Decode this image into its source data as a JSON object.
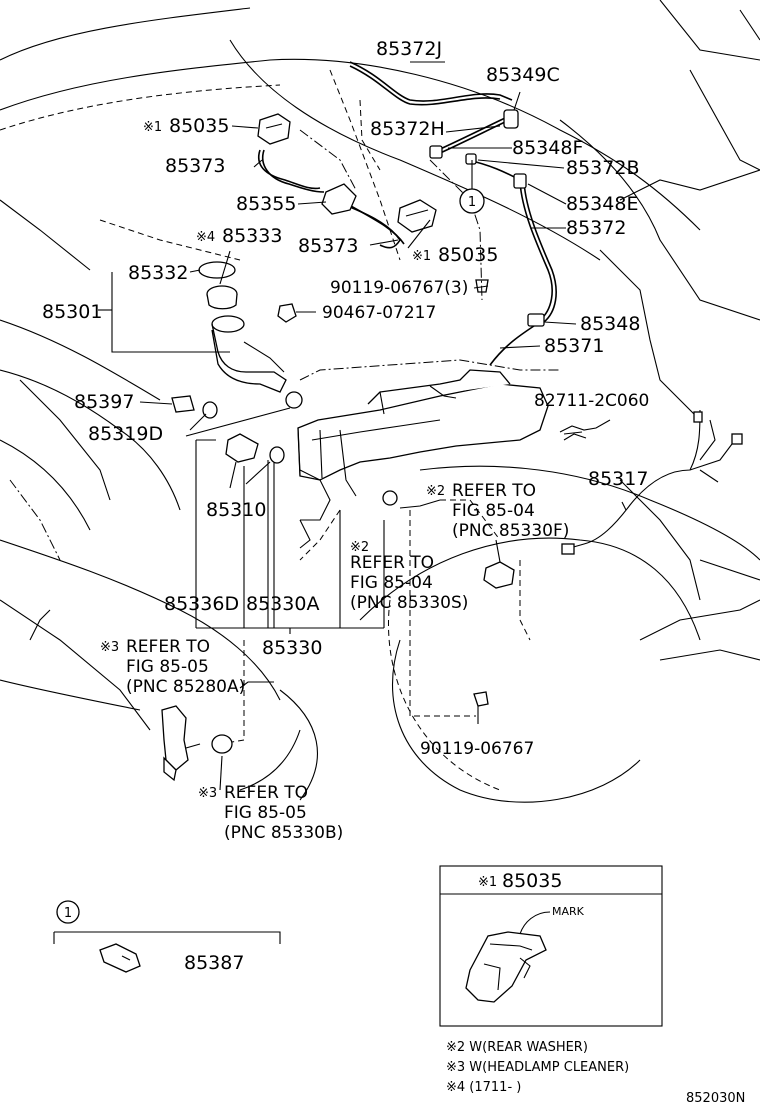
{
  "labels": {
    "p85372J": "85372J",
    "p85349C": "85349C",
    "p85035_1": "85035",
    "p85372H": "85372H",
    "p85348F": "85348F",
    "p85373_1": "85373",
    "p85372B": "85372B",
    "p85355": "85355",
    "p85348E": "85348E",
    "p85333": "85333",
    "p85373_2": "85373",
    "p85372": "85372",
    "p85035_2": "85035",
    "p85332": "85332",
    "p90119_06767_3": "90119-06767(3)",
    "p85301": "85301",
    "p90467_07217": "90467-07217",
    "p85348": "85348",
    "p85371": "85371",
    "p85397": "85397",
    "p82711_2C060": "82711-2C060",
    "p85319D": "85319D",
    "p85317": "85317",
    "p85310": "85310",
    "p85336D": "85336D",
    "p85330A": "85330A",
    "p85330": "85330",
    "p90119_06767": "90119-06767",
    "p85387": "85387",
    "p85035_box": "85035"
  },
  "marks": {
    "m1": "※1",
    "m2": "※2",
    "m3": "※3",
    "m4": "※4"
  },
  "callout_circle": "1",
  "refs": {
    "ref_f": {
      "line1": "REFER TO",
      "line2": "FIG 85-04",
      "line3": "(PNC 85330F)"
    },
    "ref_s": {
      "line1": "REFER TO",
      "line2": "FIG 85-04",
      "line3": "(PNC 85330S)"
    },
    "ref_a": {
      "line1": "REFER TO",
      "line2": "FIG 85-05",
      "line3": "(PNC 85280A)"
    },
    "ref_b": {
      "line1": "REFER TO",
      "line2": "FIG 85-05",
      "line3": "(PNC 85330B)"
    }
  },
  "detail_box": {
    "mark_label": "MARK"
  },
  "footnotes": {
    "n2": "※2 W(REAR WASHER)",
    "n3": "※3 W(HEADLAMP CLEANER)",
    "n4": "※4 (1711-         )"
  },
  "figure_code": "852030N"
}
